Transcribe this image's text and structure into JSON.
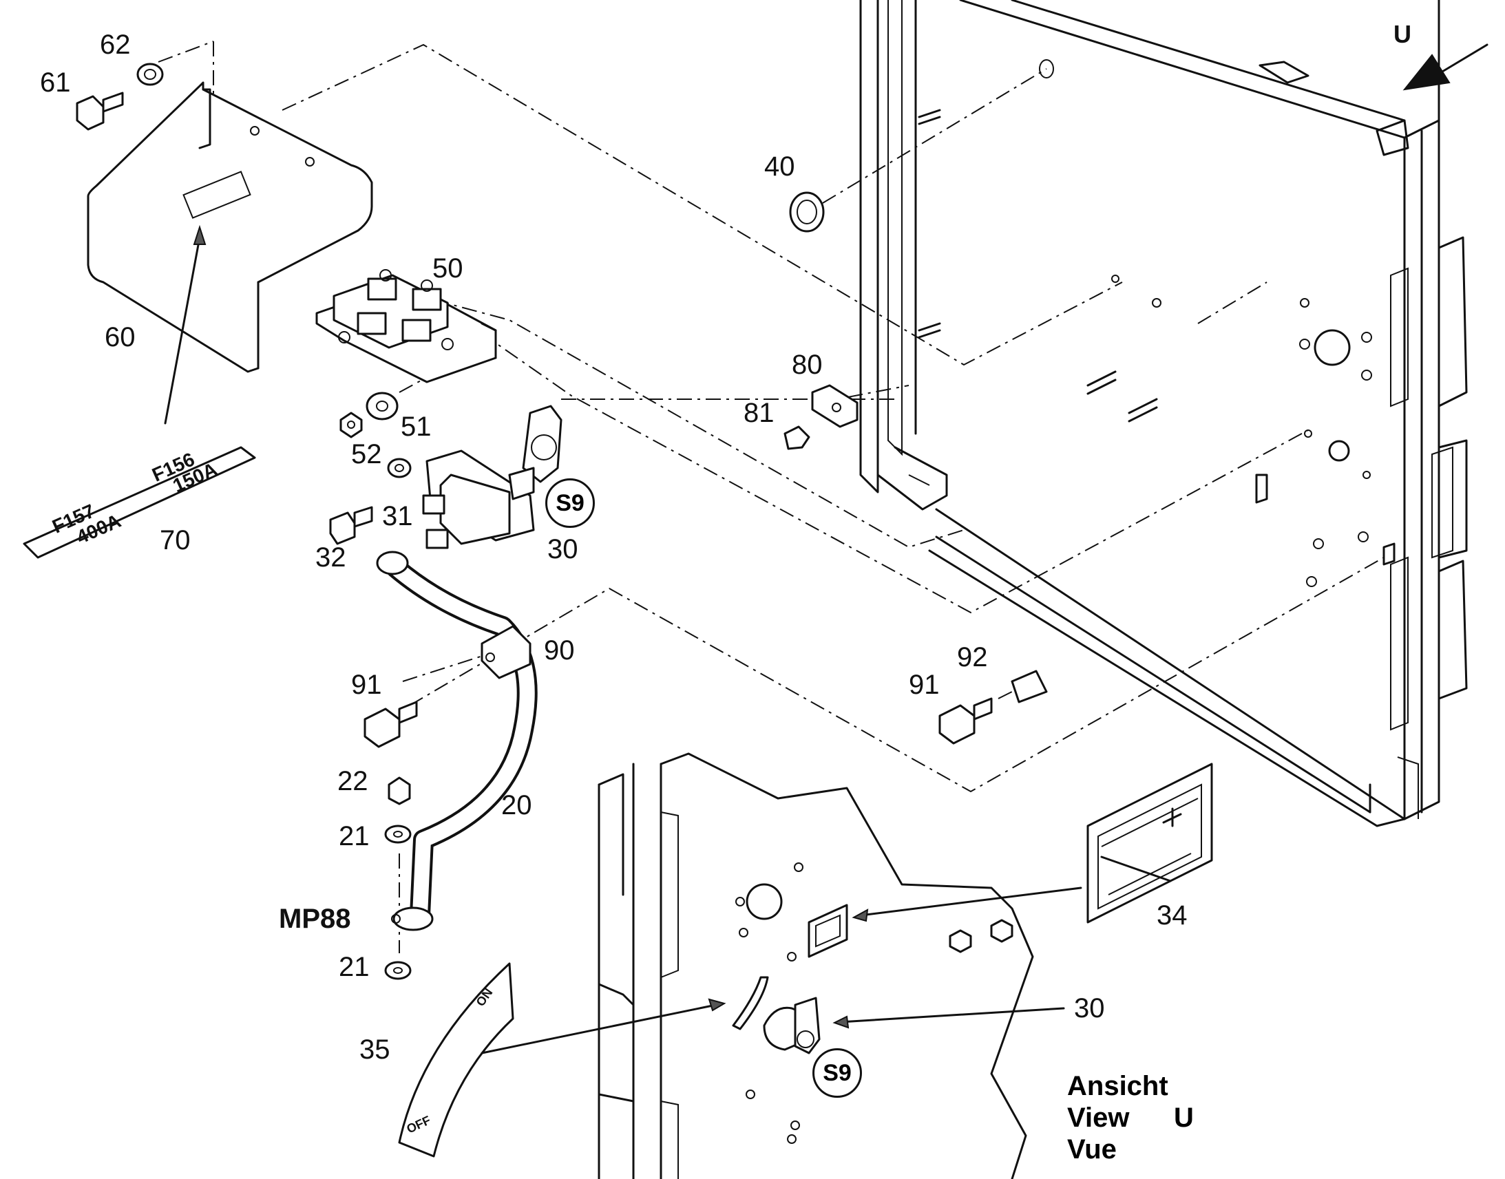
{
  "callouts": {
    "c20": "20",
    "c21a": "21",
    "c21b": "21",
    "c22": "22",
    "c30a": "30",
    "c30b": "30",
    "c31": "31",
    "c32": "32",
    "c34": "34",
    "c35": "35",
    "c40": "40",
    "c50": "50",
    "c51": "51",
    "c52": "52",
    "c60": "60",
    "c61": "61",
    "c62": "62",
    "c70": "70",
    "c80": "80",
    "c81": "81",
    "c90": "90",
    "c91a": "91",
    "c91b": "91",
    "c92": "92"
  },
  "markers": {
    "mp88": "MP88",
    "s9_top": "S9",
    "s9_bottom": "S9",
    "view_arrow": "U"
  },
  "label_plate": {
    "f157": "F157",
    "a400": "400A",
    "f156": "F156",
    "a150": "150A"
  },
  "switch_arc": {
    "on": "ON",
    "off": "OFF"
  },
  "view_caption": {
    "de": "Ansicht",
    "en": "View",
    "fr": "Vue",
    "letter": "U"
  }
}
